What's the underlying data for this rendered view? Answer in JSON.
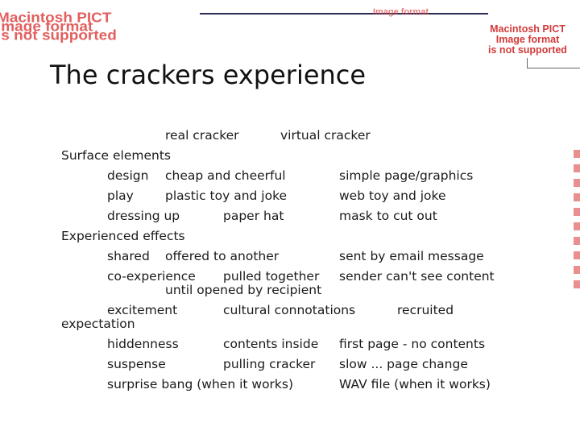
{
  "placeholders": {
    "top_right": [
      "Macintosh PICT",
      "Image format",
      "is not supported"
    ],
    "top_left": [
      "Macintosh PICT",
      "Image format",
      "is not supported"
    ],
    "top_middle": [
      "Image format"
    ]
  },
  "title": "The crackers experience",
  "columns": {
    "real": "real cracker",
    "virtual": "virtual cracker"
  },
  "sections": {
    "surface": "Surface elements",
    "experienced": "Experienced effects"
  },
  "rows": {
    "design": {
      "label": "design",
      "real": "cheap and cheerful",
      "virtual": "simple page/graphics"
    },
    "play": {
      "label": "play",
      "real": "plastic toy and joke",
      "virtual": "web toy and joke"
    },
    "dressing": {
      "label": "dressing up",
      "real": "paper hat",
      "virtual": "mask to cut out"
    },
    "shared": {
      "label": "shared",
      "real": "offered to another",
      "virtual": "sent by email message"
    },
    "coexp": {
      "label": "co-experience",
      "real": "pulled together",
      "real2": "until opened by recipient",
      "virtual": "sender can't see content"
    },
    "excitement": {
      "label": "excitement",
      "label2": "expectation",
      "real": "cultural connotations",
      "virtual": "recruited"
    },
    "hidden": {
      "label": "hiddenness",
      "real": "contents inside",
      "virtual": "first page - no contents"
    },
    "suspense": {
      "label": "suspense",
      "real": "pulling cracker",
      "virtual": "slow ... page change"
    },
    "surprise": {
      "label": "surprise bang (when it works)",
      "virtual": "WAV file (when it works)"
    }
  }
}
